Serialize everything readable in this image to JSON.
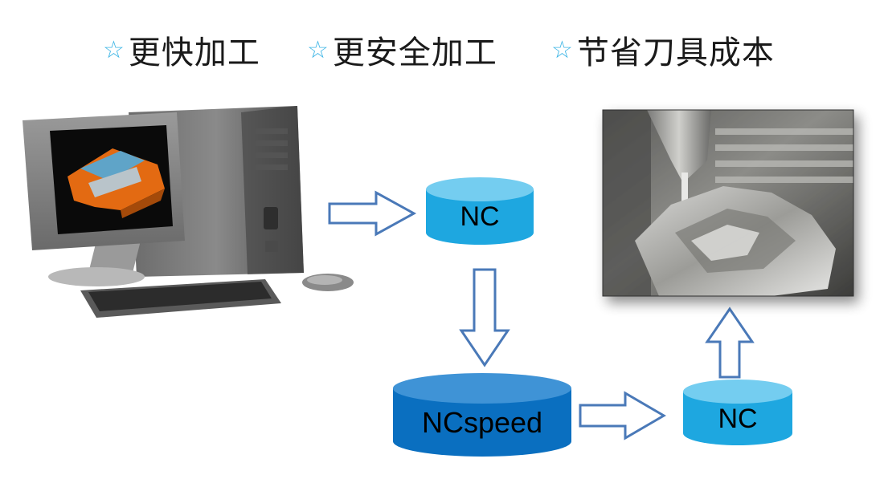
{
  "headlines": [
    {
      "star": "☆",
      "text": "更快加工"
    },
    {
      "star": "☆",
      "text": "更安全加工"
    },
    {
      "star": "☆",
      "text": "节省刀具成本"
    }
  ],
  "nodes": {
    "nc_top": "NC",
    "ncspeed": "NCspeed",
    "nc_bottom": "NC"
  },
  "colors": {
    "star": "#3fb6e6",
    "nc_cylinder": "#1ea7e0",
    "ncspeed_cylinder": "#0a6fc0",
    "arrow_stroke": "#4a79b8"
  },
  "icons": {
    "computer": "desktop-computer-icon",
    "machine": "cnc-machining-photo"
  }
}
